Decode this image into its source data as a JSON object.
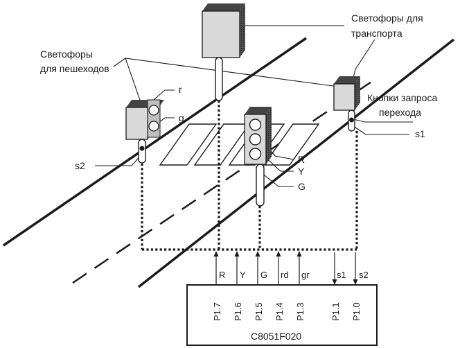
{
  "callouts": {
    "traffic_lights_vehicles": [
      "Светофоры для",
      "транспорта"
    ],
    "traffic_lights_pedestrians": [
      "Светофоры",
      "для пешеходов"
    ],
    "request_buttons": [
      "Кнопки запроса",
      "перехода"
    ]
  },
  "lamp_labels": {
    "ped_red": "r",
    "ped_green": "g",
    "veh_red": "R",
    "veh_yellow": "Y",
    "veh_green": "G"
  },
  "button_labels": {
    "s1": "s1",
    "s2": "s2"
  },
  "bus_signals": [
    "R",
    "Y",
    "G",
    "rd",
    "gr",
    "s1",
    "s2"
  ],
  "controller": {
    "name": "C8051F020",
    "pins": [
      "P1.7",
      "P1.6",
      "P1.5",
      "P1.4",
      "P1.3",
      "P1.1",
      "P1.0"
    ]
  },
  "colors": {
    "ink": "#1a1a1a",
    "housing": "#d9d9d9",
    "lamp": "#ffffff"
  }
}
